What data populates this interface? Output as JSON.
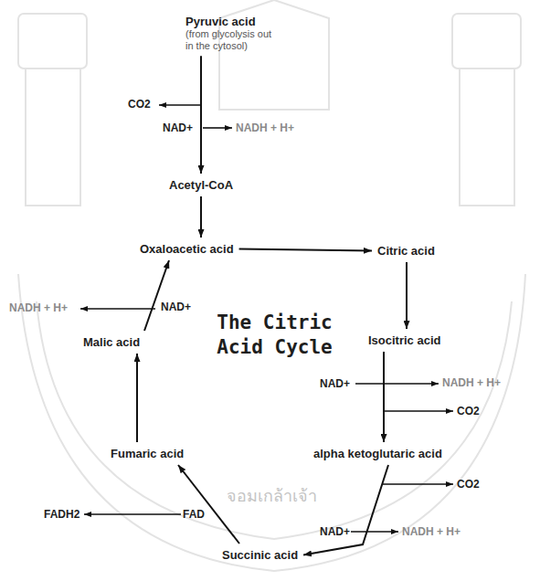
{
  "diagram": {
    "title": "The Citric Acid Cycle",
    "nodes": [
      {
        "text": [
          "Pyruvic acid",
          "(from glycolysis out in the cytosol)"
        ]
      },
      {
        "text": [
          "Acetyl-CoA"
        ]
      },
      {
        "text": [
          "Oxaloacetic acid"
        ]
      },
      {
        "text": [
          "Citric acid"
        ]
      },
      {
        "text": [
          "Isocitric acid"
        ]
      },
      {
        "text": [
          "alpha ketoglutaric acid"
        ]
      },
      {
        "text": [
          "Succinic acid"
        ]
      },
      {
        "text": [
          "Fumaric acid"
        ]
      },
      {
        "text": [
          "Malic acid"
        ]
      }
    ],
    "edges": [
      {
        "from": 0,
        "to": 1,
        "arrow": "to"
      },
      {
        "from": 1,
        "to": 2,
        "arrow": "to"
      },
      {
        "from": 2,
        "to": 3,
        "arrow": "to"
      },
      {
        "from": 3,
        "to": 4,
        "arrow": "to"
      },
      {
        "from": 4,
        "to": 5,
        "arrow": "to"
      },
      {
        "from": 5,
        "to": 6,
        "arrow": "to"
      },
      {
        "from": 6,
        "to": 7,
        "arrow": "to"
      },
      {
        "from": 7,
        "to": 8,
        "arrow": "to"
      },
      {
        "from": 8,
        "to": 2,
        "arrow": "to"
      }
    ],
    "labels": [
      "CO2",
      "NAD+",
      "NADH + H+",
      "NADH + H+",
      "NAD+",
      "NAD+",
      "NADH + H+",
      "CO2",
      "CO2",
      "NAD+",
      "NADH + H+",
      "FADH2",
      "FAD",
      "จอมเกล้าเจ้า"
    ]
  }
}
